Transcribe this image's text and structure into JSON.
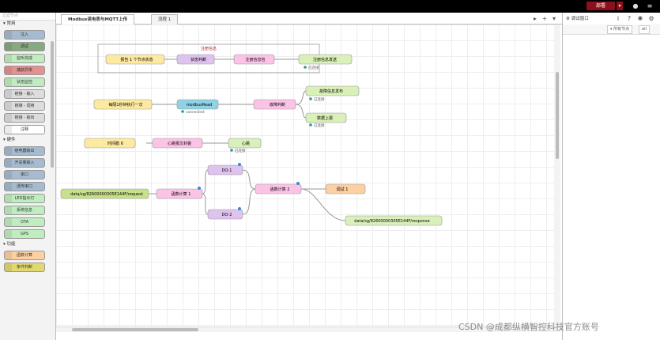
{
  "header": {
    "deploy_label": "部署"
  },
  "palette": {
    "search_placeholder": "过滤节点",
    "categories": [
      {
        "title": "常用",
        "nodes": [
          {
            "label": "注入",
            "color": "#a6bbcf"
          },
          {
            "label": "调试",
            "color": "#87a980"
          },
          {
            "label": "监听完成",
            "color": "#c0edc0"
          },
          {
            "label": "捕获异常",
            "color": "#e49191"
          },
          {
            "label": "状态监控",
            "color": "#c0edc0"
          },
          {
            "label": "链接 - 输入",
            "color": "#dddddd"
          },
          {
            "label": "链接 - 调用",
            "color": "#dddddd"
          },
          {
            "label": "链接 - 输出",
            "color": "#dddddd"
          },
          {
            "label": "注释",
            "color": "#ffffff"
          }
        ]
      },
      {
        "title": "硬件",
        "nodes": [
          {
            "label": "继电器输出",
            "color": "#a6bbcf"
          },
          {
            "label": "开关量输入",
            "color": "#a6bbcf"
          },
          {
            "label": "串口",
            "color": "#a6bbcf"
          },
          {
            "label": "透传串口",
            "color": "#a6bbcf"
          },
          {
            "label": "LED指示灯",
            "color": "#c0edc0"
          },
          {
            "label": "系统信息",
            "color": "#c0edc0"
          },
          {
            "label": "OTA",
            "color": "#c0edc0"
          },
          {
            "label": "GPS",
            "color": "#c0edc0"
          }
        ]
      },
      {
        "title": "功能",
        "nodes": [
          {
            "label": "函数计算",
            "color": "#fdd0a2"
          },
          {
            "label": "条件判断",
            "color": "#e2d96e"
          }
        ]
      }
    ]
  },
  "tabs": [
    {
      "label": "Modbus读电表与MQTT上传"
    },
    {
      "label": "流程 1"
    }
  ],
  "flow": {
    "group_label": "注册信息",
    "nodes": [
      {
        "id": "n1",
        "label": "报告 1 个节点状态",
        "color": "#fdeaa0"
      },
      {
        "id": "n2",
        "label": "状态判断",
        "color": "#dfc3ef"
      },
      {
        "id": "n3",
        "label": "注册信息包",
        "color": "#fdc3e7"
      },
      {
        "id": "n4",
        "label": "注册信息发送",
        "color": "#d9f0b8",
        "status": "已连接"
      },
      {
        "id": "n5",
        "label": "每隔1秒钟执行一次",
        "color": "#fdeaa0"
      },
      {
        "id": "n6",
        "label": "modbusRead",
        "color": "#8fd2e5",
        "status": "connected"
      },
      {
        "id": "n7",
        "label": "故障判断",
        "color": "#fdc3e7"
      },
      {
        "id": "n8",
        "label": "故障信息发布",
        "color": "#d9f0b8",
        "status": "已连接"
      },
      {
        "id": "n9",
        "label": "数据上报",
        "color": "#d9f0b8",
        "status": "已连接"
      },
      {
        "id": "n10",
        "label": "时间戳 6",
        "color": "#fdeaa0"
      },
      {
        "id": "n11",
        "label": "心跳报文封装",
        "color": "#fdc3e7"
      },
      {
        "id": "n12",
        "label": "心跳",
        "color": "#d9f0b8",
        "status": "已连接"
      },
      {
        "id": "n13",
        "label": "DO-1",
        "color": "#dfc3ef"
      },
      {
        "id": "n14",
        "label": "DO-2",
        "color": "#dfc3ef"
      },
      {
        "id": "n15",
        "label": "data/sg/82600000305E144F/request",
        "color": "#c8e08a"
      },
      {
        "id": "n16",
        "label": "函数计算 1",
        "color": "#fdc3e7"
      },
      {
        "id": "n17",
        "label": "函数计算 2",
        "color": "#fdc3e7"
      },
      {
        "id": "n18",
        "label": "调试 1",
        "color": "#fdd0a2"
      },
      {
        "id": "n19",
        "label": "data/sg/82600000305E144F/response",
        "color": "#d9f0b8"
      }
    ]
  },
  "sidebar": {
    "title": "调试窗口",
    "filter_label": "所有节点",
    "clear_label": "all"
  },
  "watermark": "CSDN @成都纵横智控科技官方账号"
}
